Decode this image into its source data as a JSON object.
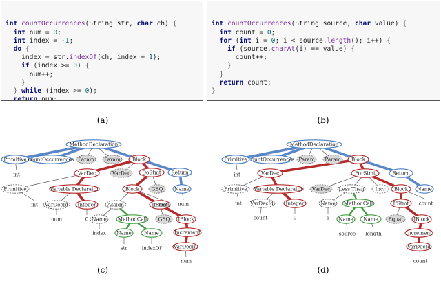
{
  "code_a": {
    "lines": [
      [
        [
          "kw",
          "int"
        ],
        [
          "p",
          " "
        ],
        [
          "fn",
          "countOccurrences"
        ],
        [
          "p",
          "(String str, "
        ],
        [
          "kw",
          "char"
        ],
        [
          "p",
          " ch) "
        ],
        [
          "br",
          "{"
        ]
      ],
      [
        [
          "p",
          "  "
        ],
        [
          "kw",
          "int"
        ],
        [
          "p",
          " num = "
        ],
        [
          "num",
          "0"
        ],
        [
          "p",
          ";"
        ]
      ],
      [
        [
          "p",
          "  "
        ],
        [
          "kw",
          "int"
        ],
        [
          "p",
          " index = "
        ],
        [
          "num",
          "-1"
        ],
        [
          "p",
          ";"
        ]
      ],
      [
        [
          "p",
          "  "
        ],
        [
          "kw",
          "do"
        ],
        [
          "p",
          " "
        ],
        [
          "br",
          "{"
        ]
      ],
      [
        [
          "p",
          "    index = str."
        ],
        [
          "fn",
          "indexOf"
        ],
        [
          "p",
          "(ch, index + "
        ],
        [
          "num",
          "1"
        ],
        [
          "p",
          ");"
        ]
      ],
      [
        [
          "p",
          "    "
        ],
        [
          "kw",
          "if"
        ],
        [
          "p",
          " (index >= "
        ],
        [
          "num",
          "0"
        ],
        [
          "p",
          ") "
        ],
        [
          "br",
          "{"
        ]
      ],
      [
        [
          "p",
          "      num++;"
        ]
      ],
      [
        [
          "p",
          "    "
        ],
        [
          "br",
          "}"
        ]
      ],
      [
        [
          "p",
          "  "
        ],
        [
          "br",
          "}"
        ],
        [
          "p",
          " "
        ],
        [
          "kw",
          "while"
        ],
        [
          "p",
          " (index >= "
        ],
        [
          "num",
          "0"
        ],
        [
          "p",
          ");"
        ]
      ],
      [
        [
          "p",
          "  "
        ],
        [
          "kw",
          "return"
        ],
        [
          "p",
          " num;"
        ]
      ],
      [
        [
          "br",
          "}"
        ]
      ]
    ]
  },
  "code_b": {
    "lines": [
      [
        [
          "kw",
          "int"
        ],
        [
          "p",
          " "
        ],
        [
          "fn",
          "countOccurrences"
        ],
        [
          "p",
          "(String source, "
        ],
        [
          "kw",
          "char"
        ],
        [
          "p",
          " value) "
        ],
        [
          "br",
          "{"
        ]
      ],
      [
        [
          "p",
          "  "
        ],
        [
          "kw",
          "int"
        ],
        [
          "p",
          " count = "
        ],
        [
          "num",
          "0"
        ],
        [
          "p",
          ";"
        ]
      ],
      [
        [
          "p",
          "  "
        ],
        [
          "kw",
          "for"
        ],
        [
          "p",
          " ("
        ],
        [
          "kw",
          "int"
        ],
        [
          "p",
          " i = "
        ],
        [
          "num",
          "0"
        ],
        [
          "p",
          "; i < source."
        ],
        [
          "fn",
          "length"
        ],
        [
          "p",
          "(); i++) "
        ],
        [
          "br",
          "{"
        ]
      ],
      [
        [
          "p",
          "    "
        ],
        [
          "kw",
          "if"
        ],
        [
          "p",
          " (source."
        ],
        [
          "fn",
          "charAt"
        ],
        [
          "p",
          "(i) == value) "
        ],
        [
          "br",
          "{"
        ]
      ],
      [
        [
          "p",
          "      count++;"
        ]
      ],
      [
        [
          "p",
          "    "
        ],
        [
          "br",
          "}"
        ]
      ],
      [
        [
          "p",
          "  "
        ],
        [
          "br",
          "}"
        ]
      ],
      [
        [
          "p",
          "  "
        ],
        [
          "kw",
          "return"
        ],
        [
          "p",
          " count;"
        ]
      ],
      [
        [
          "br",
          "}"
        ]
      ]
    ]
  },
  "captions": {
    "a": "(a)",
    "b": "(b)",
    "c": "(c)",
    "d": "(d)"
  },
  "tree_c": {
    "nodes": [
      {
        "id": "md",
        "label": "MethodDeclaration",
        "style": "blue"
      },
      {
        "id": "prim",
        "label": "Primitive",
        "style": "blue"
      },
      {
        "id": "cname",
        "label": "countOccurrences",
        "style": "blue"
      },
      {
        "id": "param1",
        "label": "Param",
        "style": "gray"
      },
      {
        "id": "param2",
        "label": "Param",
        "style": "gray"
      },
      {
        "id": "block",
        "label": "Block",
        "style": "red"
      },
      {
        "id": "ret",
        "label": "Return",
        "style": "blue"
      },
      {
        "id": "vd1",
        "label": "VarDec",
        "style": "red"
      },
      {
        "id": "vd2",
        "label": "VarDec",
        "style": "gray"
      },
      {
        "id": "dos",
        "label": "DoStmt",
        "style": "red"
      },
      {
        "id": "rname",
        "label": "Name",
        "style": "blue"
      },
      {
        "id": "prim2",
        "label": "Primitive",
        "style": "dash"
      },
      {
        "id": "vdecl",
        "label": "Variable Declarator",
        "style": "red"
      },
      {
        "id": "blk2",
        "label": "Block",
        "style": "red"
      },
      {
        "id": "geq1",
        "label": "GEQ",
        "style": "gray"
      },
      {
        "id": "vdid",
        "label": "VarDecId",
        "style": "dash"
      },
      {
        "id": "integer",
        "label": "Integer",
        "style": "red"
      },
      {
        "id": "assign",
        "label": "Assign",
        "style": "dash"
      },
      {
        "id": "ifst",
        "label": "IfStmt",
        "style": "red"
      },
      {
        "id": "name1",
        "label": "Name",
        "style": "dash"
      },
      {
        "id": "mcall",
        "label": "MethodCall",
        "style": "green"
      },
      {
        "id": "geq2",
        "label": "GEQ",
        "style": "gray"
      },
      {
        "id": "iblk",
        "label": "IBlock",
        "style": "red"
      },
      {
        "id": "n_str",
        "label": "Name",
        "style": "green"
      },
      {
        "id": "n_idx",
        "label": "Name",
        "style": "green"
      },
      {
        "id": "incr",
        "label": "Increment",
        "style": "red"
      },
      {
        "id": "vdid2",
        "label": "VarDecId",
        "style": "red"
      }
    ],
    "leaves": [
      {
        "id": "l_int",
        "label": "int"
      },
      {
        "id": "l_num",
        "label": "num"
      },
      {
        "id": "l_int2",
        "label": "int"
      },
      {
        "id": "l_numv",
        "label": "num"
      },
      {
        "id": "l_zero",
        "label": "0"
      },
      {
        "id": "l_index",
        "label": "index"
      },
      {
        "id": "l_str",
        "label": "str"
      },
      {
        "id": "l_indexof",
        "label": "indexOf"
      },
      {
        "id": "l_numr",
        "label": "num"
      },
      {
        "id": "l_numf",
        "label": "num"
      }
    ]
  },
  "tree_d": {
    "nodes": [
      {
        "id": "md",
        "label": "MethodDeclaration",
        "style": "blue"
      },
      {
        "id": "prim",
        "label": "Primitive",
        "style": "blue"
      },
      {
        "id": "cname",
        "label": "countOccurrences",
        "style": "blue"
      },
      {
        "id": "param1",
        "label": "Param",
        "style": "gray"
      },
      {
        "id": "param2",
        "label": "Param",
        "style": "gray"
      },
      {
        "id": "block",
        "label": "Block",
        "style": "red"
      },
      {
        "id": "vd1",
        "label": "VarDec",
        "style": "red"
      },
      {
        "id": "fors",
        "label": "ForStmt",
        "style": "red"
      },
      {
        "id": "ret",
        "label": "Return",
        "style": "blue"
      },
      {
        "id": "prim2",
        "label": "Primitive",
        "style": "dash"
      },
      {
        "id": "vdecl",
        "label": "Variable Declarator",
        "style": "red"
      },
      {
        "id": "vd2",
        "label": "VarDec",
        "style": "gray"
      },
      {
        "id": "lt",
        "label": "Less Than",
        "style": "dash"
      },
      {
        "id": "incr1",
        "label": "Incr",
        "style": "dash"
      },
      {
        "id": "blk2",
        "label": "Block",
        "style": "red"
      },
      {
        "id": "rname",
        "label": "Name",
        "style": "blue"
      },
      {
        "id": "vdid",
        "label": "VarDecId",
        "style": "dash"
      },
      {
        "id": "integer",
        "label": "Integer",
        "style": "red"
      },
      {
        "id": "name1",
        "label": "Name",
        "style": "dash"
      },
      {
        "id": "mcall",
        "label": "MethodCall",
        "style": "green"
      },
      {
        "id": "ifst",
        "label": "IfStmt",
        "style": "red"
      },
      {
        "id": "n_src",
        "label": "Name",
        "style": "green"
      },
      {
        "id": "n_len",
        "label": "Name",
        "style": "green"
      },
      {
        "id": "equal",
        "label": "Equal",
        "style": "gray"
      },
      {
        "id": "iblk",
        "label": "IBlock",
        "style": "red"
      },
      {
        "id": "incr2",
        "label": "Increment",
        "style": "red"
      },
      {
        "id": "vdid2",
        "label": "VarDecId",
        "style": "red"
      }
    ],
    "leaves": [
      {
        "id": "l_int",
        "label": "int"
      },
      {
        "id": "l_int2",
        "label": "int"
      },
      {
        "id": "l_count",
        "label": "count"
      },
      {
        "id": "l_zero",
        "label": "0"
      },
      {
        "id": "l_i",
        "label": "i"
      },
      {
        "id": "l_source",
        "label": "source"
      },
      {
        "id": "l_length",
        "label": "length"
      },
      {
        "id": "l_countr",
        "label": "count"
      },
      {
        "id": "l_countf",
        "label": "count"
      }
    ]
  }
}
